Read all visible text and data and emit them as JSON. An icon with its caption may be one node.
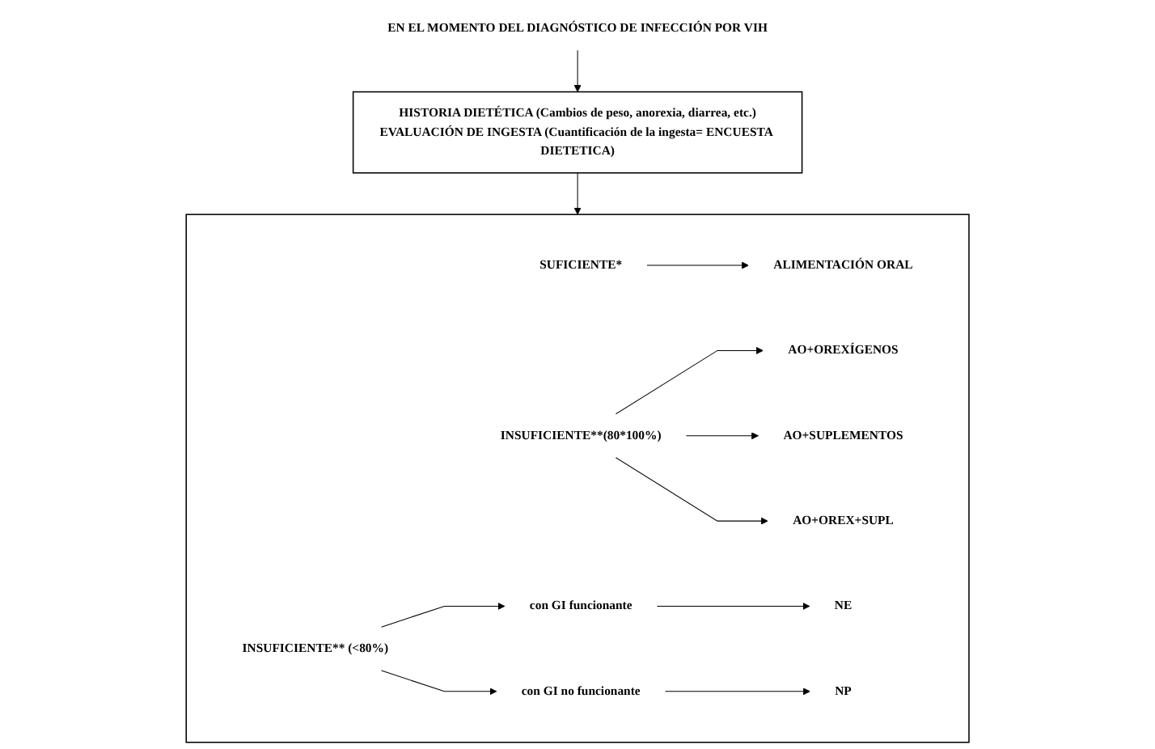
{
  "diagram": {
    "nodes": [
      {
        "text": [
          "EN EL MOMENTO DEL DIAGNÓSTICO DE INFECCIÓN POR VIH"
        ]
      },
      {
        "text": [
          "HISTORIA DIETÉTICA (Cambios de peso, anorexia, diarrea, etc.)",
          "EVALUACIÓN DE INGESTA (Cuantificación de la ingesta= ENCUESTA DIETETICA)"
        ]
      },
      {
        "text": [],
        "shape": "box"
      },
      {
        "text": [
          "SUFICIENTE*"
        ],
        "in": 2
      },
      {
        "text": [
          "ALIMENTACIÓN ORAL"
        ],
        "in": 2
      },
      {
        "text": [
          "INSUFICIENTE**(80*100%)"
        ],
        "in": 2
      },
      {
        "text": [
          "AO+OREXÍGENOS"
        ],
        "in": 2
      },
      {
        "text": [
          "AO+SUPLEMENTOS"
        ],
        "in": 2
      },
      {
        "text": [
          "AO+OREX+SUPL"
        ],
        "in": 2
      },
      {
        "text": [
          "INSUFICIENTE** (<80%)"
        ],
        "in": 2
      },
      {
        "text": [
          "con GI funcionante"
        ],
        "in": 2
      },
      {
        "text": [
          "con GI no funcionante"
        ],
        "in": 2
      },
      {
        "text": [
          "NE"
        ],
        "in": 2
      },
      {
        "text": [
          "NP"
        ],
        "in": 2
      }
    ],
    "edges": [
      {
        "from": 0,
        "to": 1,
        "arrow": "to"
      },
      {
        "from": 1,
        "to": 2,
        "arrow": "to"
      },
      {
        "from": 3,
        "to": 4,
        "arrow": "to"
      },
      {
        "from": 5,
        "to": 6,
        "arrow": "to"
      },
      {
        "from": 5,
        "to": 7,
        "arrow": "to"
      },
      {
        "from": 5,
        "to": 8,
        "arrow": "to"
      },
      {
        "from": 9,
        "to": 10,
        "arrow": "to"
      },
      {
        "from": 9,
        "to": 11,
        "arrow": "to"
      },
      {
        "from": 10,
        "to": 12,
        "arrow": "to"
      },
      {
        "from": 11,
        "to": 13,
        "arrow": "to"
      }
    ]
  }
}
